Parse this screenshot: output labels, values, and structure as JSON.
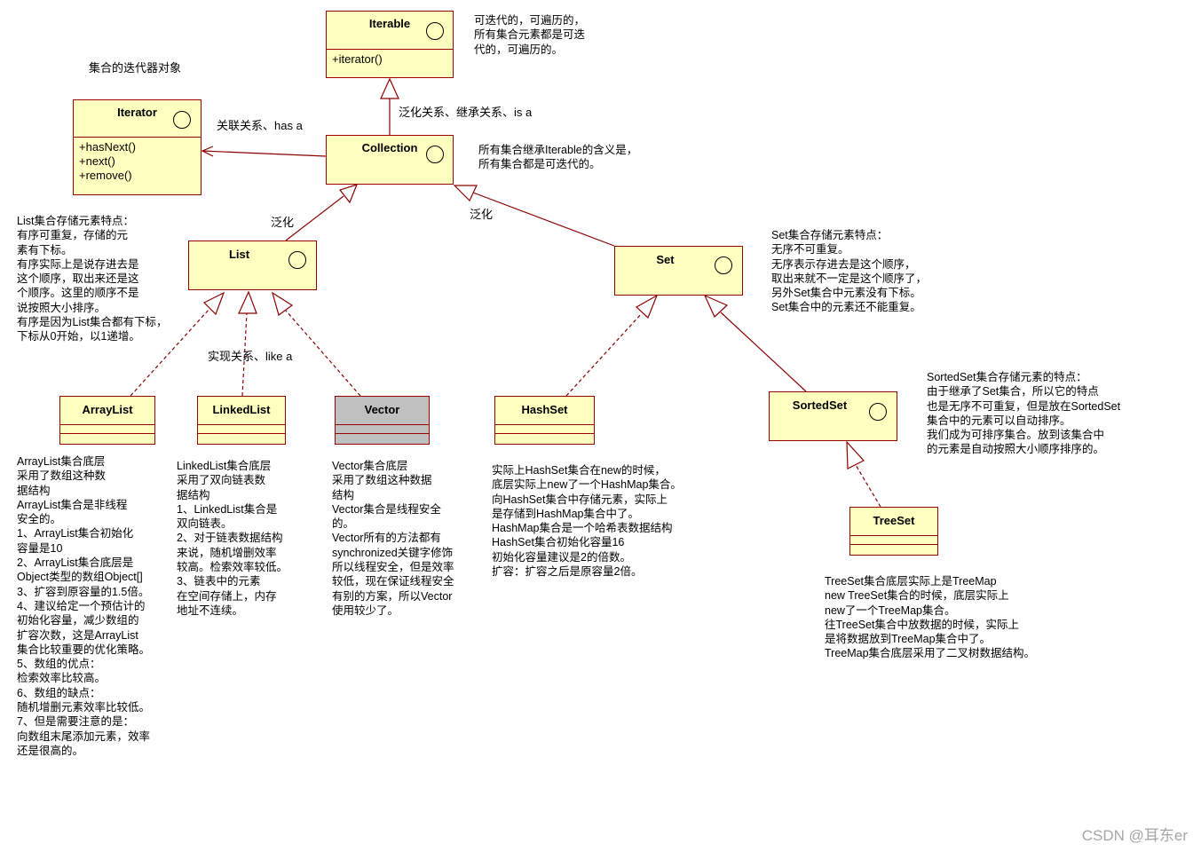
{
  "classes": {
    "iterable": {
      "name": "Iterable",
      "ops": [
        "+iterator()"
      ]
    },
    "iterator": {
      "name": "Iterator",
      "ops": [
        "+hasNext()",
        "+next()",
        "+remove()"
      ]
    },
    "collection": {
      "name": "Collection"
    },
    "list": {
      "name": "List"
    },
    "set": {
      "name": "Set"
    },
    "arraylist": {
      "name": "ArrayList"
    },
    "linkedlist": {
      "name": "LinkedList"
    },
    "vector": {
      "name": "Vector"
    },
    "hashset": {
      "name": "HashSet"
    },
    "sortedset": {
      "name": "SortedSet"
    },
    "treeset": {
      "name": "TreeSet"
    }
  },
  "labels": {
    "iterator_object": "集合的迭代器对象",
    "association": "关联关系、has a",
    "generalization_is_a": "泛化关系、继承关系、is a",
    "generalization_left": "泛化",
    "generalization_right": "泛化",
    "realization_like_a": "实现关系、like a"
  },
  "notes": {
    "iterable": "可迭代的，可遍历的，\n所有集合元素都是可迭\n代的，可遍历的。",
    "collection": "所有集合继承Iterable的含义是，\n所有集合都是可迭代的。",
    "list": "List集合存储元素特点：\n有序可重复，存储的元\n素有下标。\n有序实际上是说存进去是\n这个顺序，取出来还是这\n个顺序。这里的顺序不是\n说按照大小排序。\n有序是因为List集合都有下标，\n下标从0开始，以1递增。",
    "set": "Set集合存储元素特点：\n无序不可重复。\n无序表示存进去是这个顺序，\n取出来就不一定是这个顺序了，\n另外Set集合中元素没有下标。\nSet集合中的元素还不能重复。",
    "sortedset": "SortedSet集合存储元素的特点：\n由于继承了Set集合，所以它的特点\n也是无序不可重复，但是放在SortedSet\n集合中的元素可以自动排序。\n我们成为可排序集合。放到该集合中\n的元素是自动按照大小顺序排序的。",
    "arraylist": "ArrayList集合底层\n采用了数组这种数\n据结构\nArrayList集合是非线程\n安全的。\n1、ArrayList集合初始化\n容量是10\n2、ArrayList集合底层是\nObject类型的数组Object[]\n3、扩容到原容量的1.5倍。\n4、建议给定一个预估计的\n初始化容量，减少数组的\n扩容次数，这是ArrayList\n集合比较重要的优化策略。\n5、数组的优点：\n检索效率比较高。\n6、数组的缺点：\n随机增删元素效率比较低。\n7、但是需要注意的是：\n向数组末尾添加元素，效率\n还是很高的。",
    "linkedlist": "LinkedList集合底层\n采用了双向链表数\n据结构\n1、LinkedList集合是\n双向链表。\n2、对于链表数据结构\n来说，随机增删效率\n较高。检索效率较低。\n3、链表中的元素\n在空间存储上，内存\n地址不连续。",
    "vector": "Vector集合底层\n采用了数组这种数据\n结构\nVector集合是线程安全\n的。\nVector所有的方法都有\nsynchronized关键字修饰\n所以线程安全，但是效率\n较低，现在保证线程安全\n有别的方案，所以Vector\n使用较少了。",
    "hashset": "实际上HashSet集合在new的时候，\n底层实际上new了一个HashMap集合。\n向HashSet集合中存储元素，实际上\n是存储到HashMap集合中了。\nHashMap集合是一个哈希表数据结构\nHashSet集合初始化容量16\n初始化容量建议是2的倍数。\n扩容：扩容之后是原容量2倍。",
    "treeset": "TreeSet集合底层实际上是TreeMap\nnew TreeSet集合的时候，底层实际上\nnew了一个TreeMap集合。\n往TreeSet集合中放数据的时候，实际上\n是将数据放到TreeMap集合中了。\nTreeMap集合底层采用了二叉树数据结构。"
  },
  "watermark": "CSDN @耳东er",
  "colors": {
    "class_fill": "#ffffc0",
    "class_border": "#990000",
    "vector_fill": "#c0c0c0",
    "edge": "#8b0000"
  }
}
